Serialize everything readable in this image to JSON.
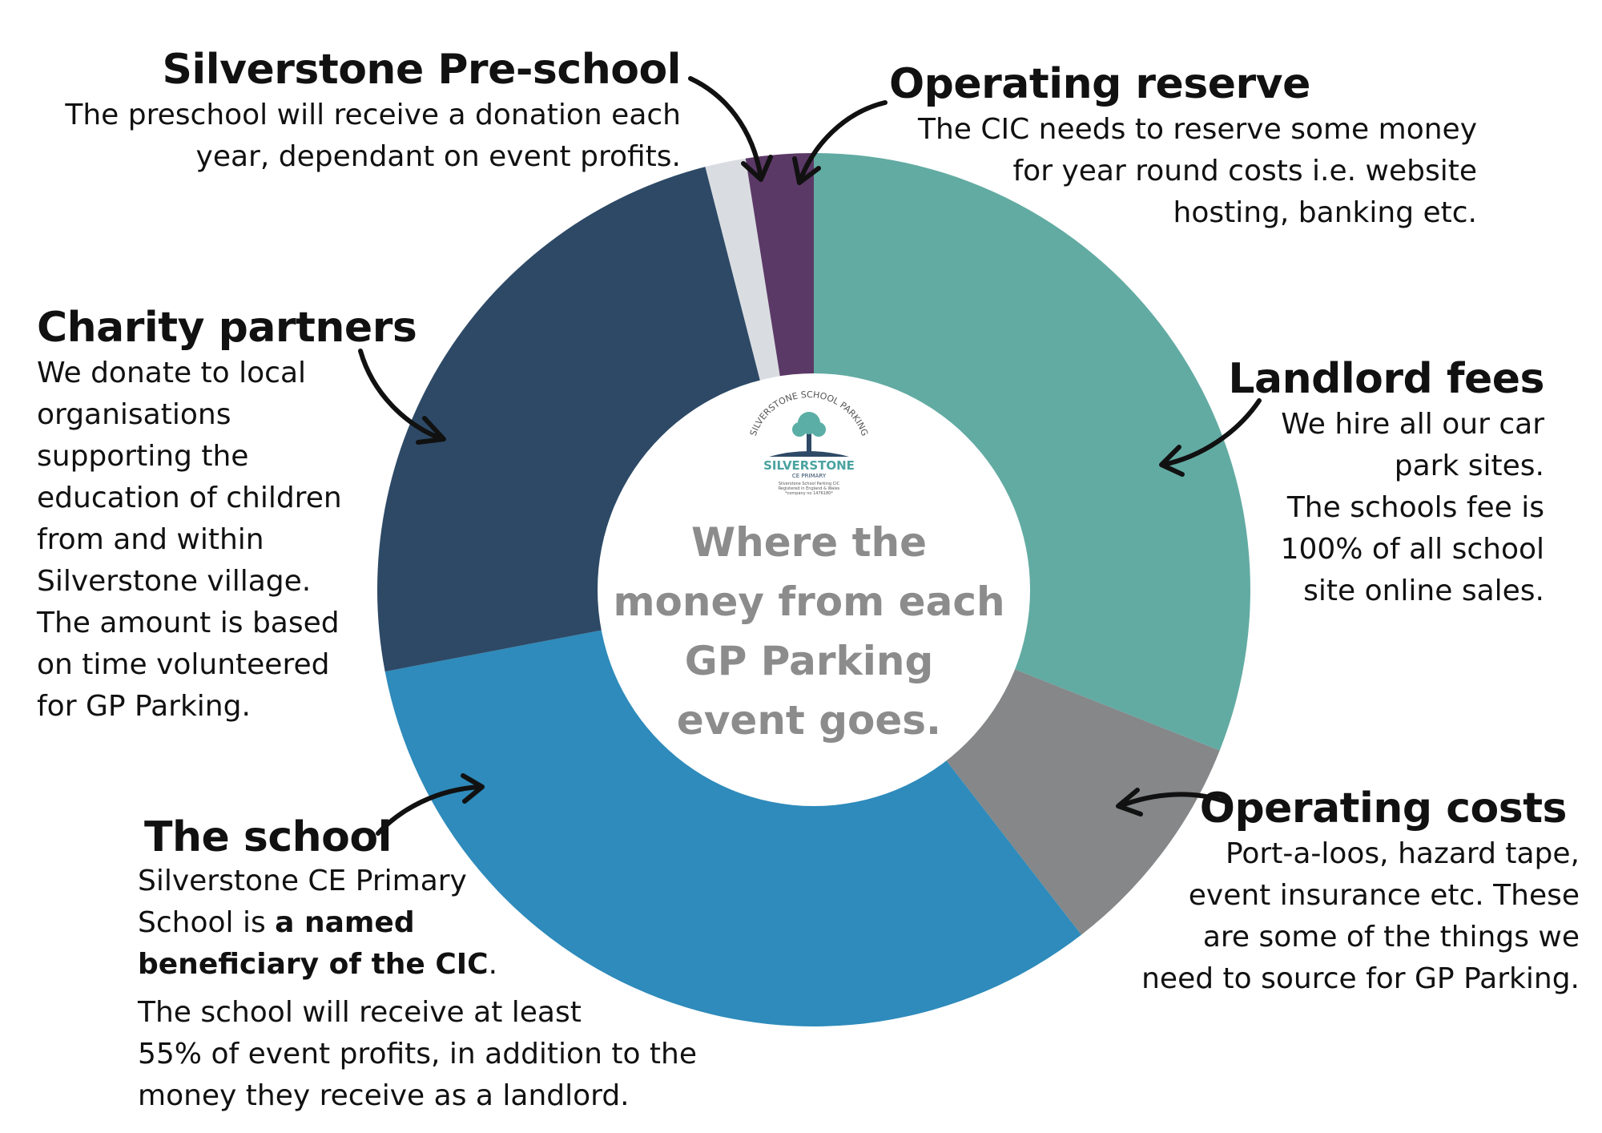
{
  "chart_data": {
    "type": "pie",
    "center_text": [
      "Where the",
      "money from each",
      "GP Parking",
      "event goes."
    ],
    "slices": [
      {
        "name": "Landlord fees",
        "value": 31.0,
        "color": "#62aba3"
      },
      {
        "name": "Operating costs",
        "value": 8.5,
        "color": "#858789"
      },
      {
        "name": "The school",
        "value": 32.5,
        "color": "#2e8bbb"
      },
      {
        "name": "Charity partners",
        "value": 24.0,
        "color": "#2d4966"
      },
      {
        "name": "Silverstone Pre-school",
        "value": 1.5,
        "color": "#d9dde1"
      },
      {
        "name": "Operating reserve",
        "value": 2.5,
        "color": "#5b3966"
      }
    ]
  },
  "labels": {
    "preschool": {
      "title": "Silverstone Pre-school",
      "lines": [
        "The preschool will receive a donation each",
        "year, dependant on event profits."
      ]
    },
    "reserve": {
      "title": "Operating reserve",
      "lines": [
        "The CIC needs to reserve some money",
        "for year round costs i.e. website",
        "hosting, banking etc."
      ]
    },
    "charity": {
      "title": "Charity partners",
      "lines": [
        "We donate to local",
        "organisations",
        "supporting the",
        "education of children",
        "from and within",
        "Silverstone village.",
        "The amount is based",
        "on time volunteered",
        "for GP Parking."
      ]
    },
    "landlord": {
      "title": "Landlord fees",
      "lines": [
        "We hire all our car",
        "park  sites.",
        "The schools fee is",
        "100% of all school",
        "site online sales."
      ]
    },
    "costs": {
      "title": "Operating costs",
      "lines": [
        "Port-a-loos, hazard tape,",
        "event insurance etc. These",
        "are some of the things we",
        "need to source for GP Parking."
      ]
    },
    "school": {
      "title": "The school",
      "line1": "Silverstone CE Primary",
      "line2_plain": "School is  ",
      "line2_bold": "a named",
      "line3_bold": "beneficiary of the CIC",
      "line3_end": ".",
      "lines": [
        "The school will receive at least",
        "55% of event profits, in addition to the",
        "money they receive as a landlord."
      ]
    }
  },
  "logo": {
    "arc_text": "SILVERSTONE SCHOOL PARKING",
    "name": "SILVERSTONE",
    "sub": "CE PRIMARY",
    "small": [
      "Silverstone School Parking CIC",
      "Registered in England & Wales",
      "*company no 1476180*"
    ]
  }
}
